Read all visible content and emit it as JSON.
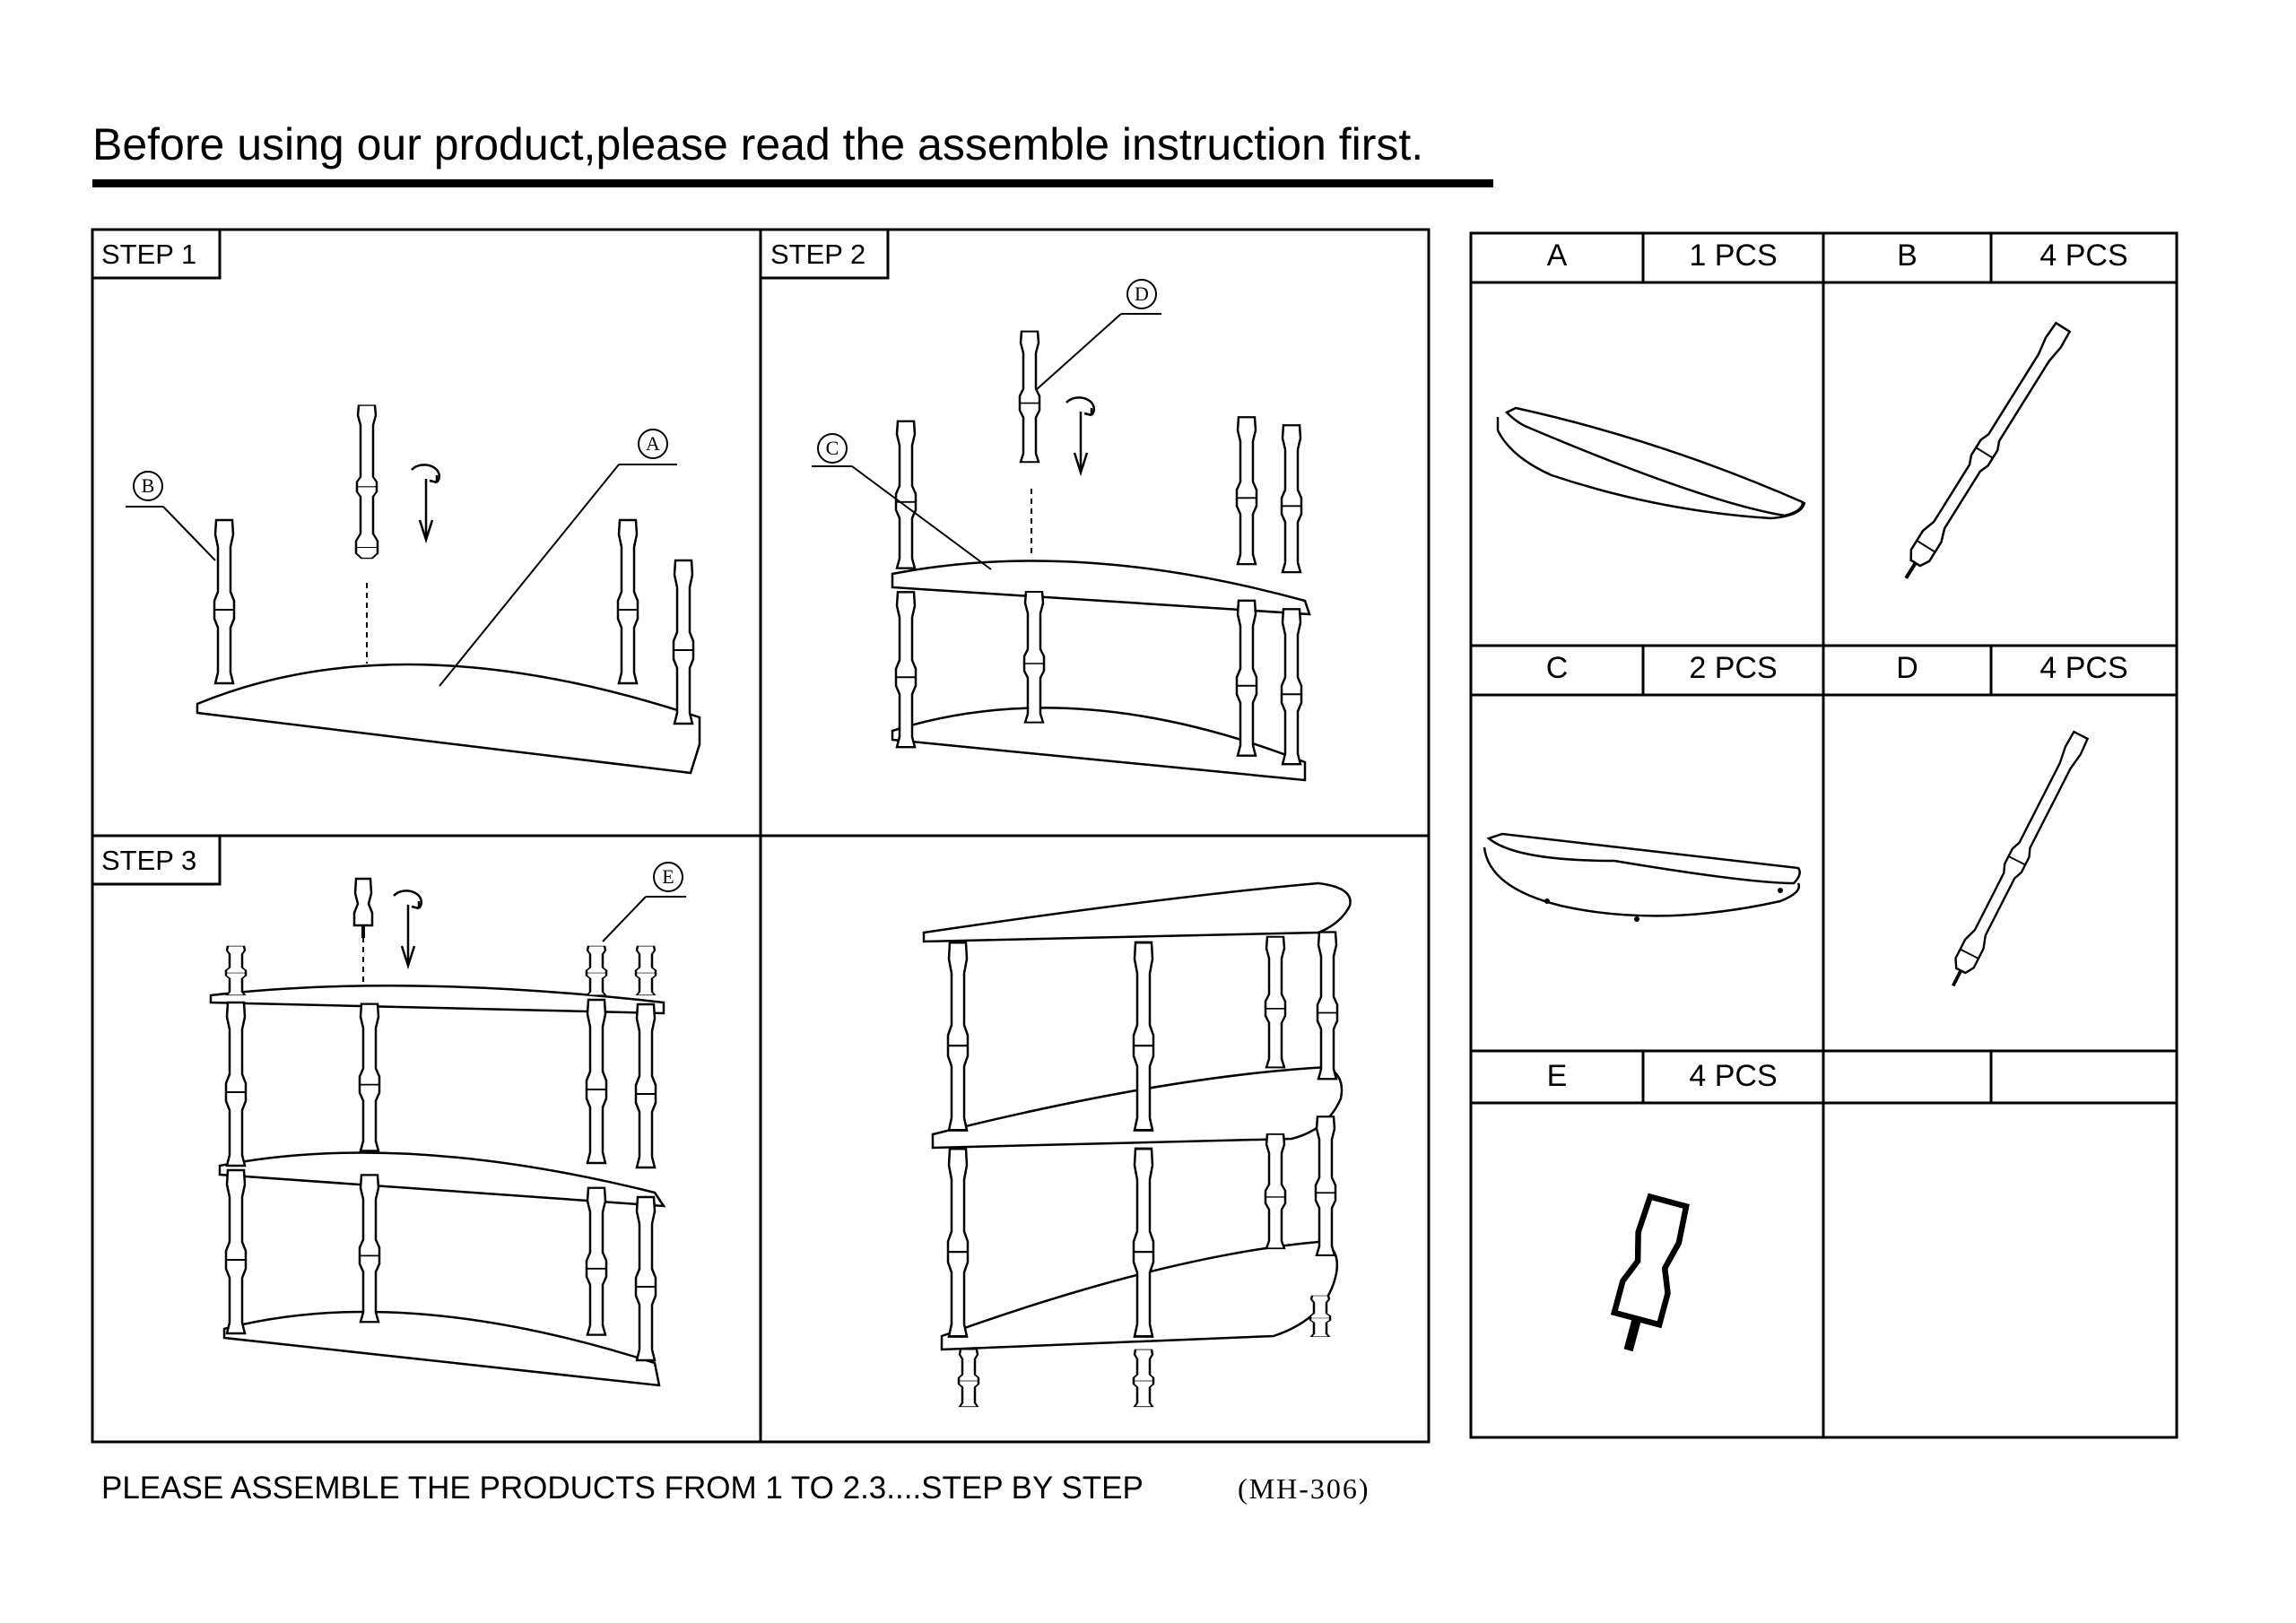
{
  "header": {
    "title": "Before using our product,please read the assemble instruction first."
  },
  "steps": {
    "step1": "STEP 1",
    "step2": "STEP 2",
    "step3": "STEP 3"
  },
  "callouts": {
    "a": "A",
    "b": "B",
    "c": "C",
    "d": "D",
    "e": "E"
  },
  "parts": [
    {
      "letter": "A",
      "qty": "1 PCS"
    },
    {
      "letter": "B",
      "qty": "4 PCS"
    },
    {
      "letter": "C",
      "qty": "2 PCS"
    },
    {
      "letter": "D",
      "qty": "4 PCS"
    },
    {
      "letter": "E",
      "qty": "4 PCS"
    }
  ],
  "footer": {
    "instruction": "PLEASE ASSEMBLE THE PRODUCTS FROM 1 TO 2.3....STEP BY STEP",
    "model": "(MH-306)"
  }
}
